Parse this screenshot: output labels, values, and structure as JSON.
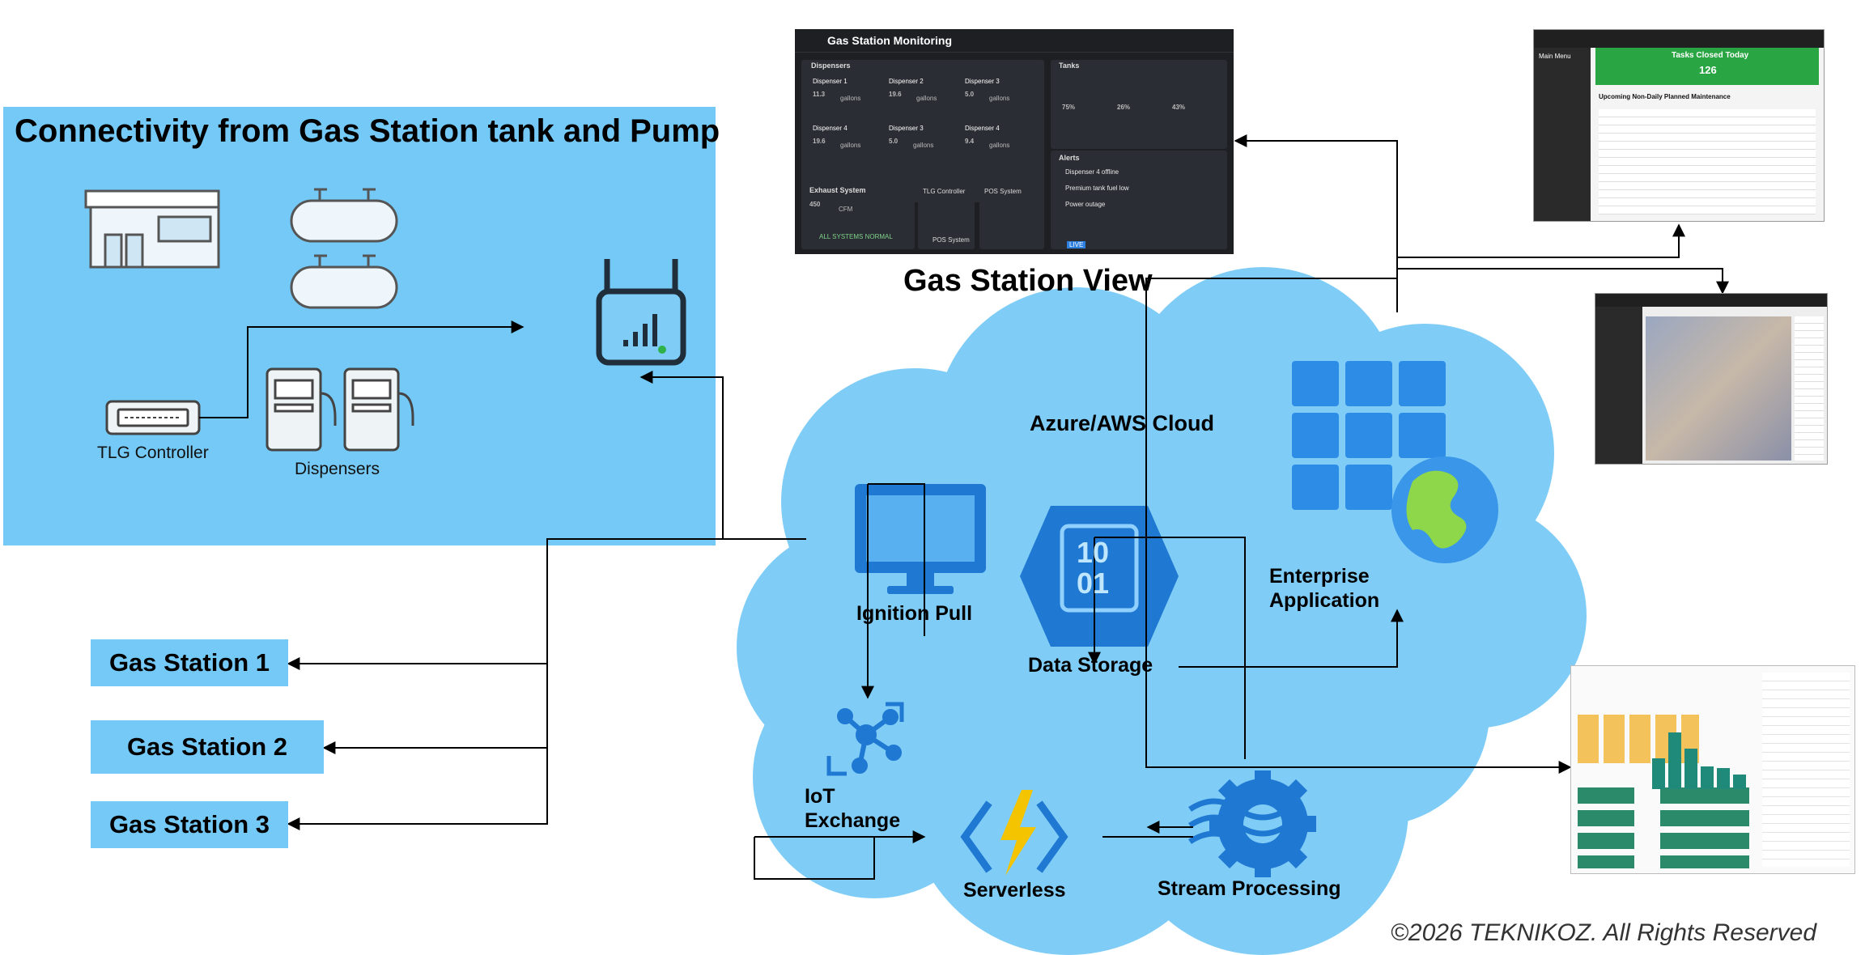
{
  "title": "Connectivity from Gas Station tank and Pump",
  "labels": {
    "tlg_controller": "TLG Controller",
    "dispensers": "Dispensers",
    "gas_station_view": "Gas Station View",
    "cloud": "Azure/AWS Cloud",
    "ignition_pull": "Ignition Pull",
    "data_storage": "Data Storage",
    "data_storage_glyph": "10\n01",
    "enterprise_line1": "Enterprise",
    "enterprise_line2": "Application",
    "iot_line1": "IoT",
    "iot_line2": "Exchange",
    "serverless": "Serverless",
    "stream_processing": "Stream Processing"
  },
  "gas_stations": [
    "Gas Station 1",
    "Gas Station 2",
    "Gas Station 3"
  ],
  "footer": "©2026 TEKNIKOZ. All Rights Reserved",
  "dashboard": {
    "title": "Gas Station Monitoring",
    "dispensers_label": "Dispensers",
    "tanks_label": "Tanks",
    "alerts_label": "Alerts",
    "exhaust_label": "Exhaust System",
    "exhaust_value": "450",
    "exhaust_unit": "CFM",
    "exhaust_status": "ALL SYSTEMS NORMAL",
    "tlg_label": "TLG Controller",
    "pos_label": "POS System",
    "pos_label2": "POS System",
    "live": "LIVE",
    "dispenser_cards": [
      {
        "name": "Dispenser 1",
        "value": "11.3",
        "unit": "gallons"
      },
      {
        "name": "Dispenser 2",
        "value": "19.6",
        "unit": "gallons"
      },
      {
        "name": "Dispenser 3",
        "value": "5.0",
        "unit": "gallons"
      },
      {
        "name": "Dispenser 4",
        "value": "19.6",
        "unit": "gallons"
      },
      {
        "name": "Dispenser 3",
        "value": "5.0",
        "unit": "gallons"
      },
      {
        "name": "Dispenser 4",
        "value": "9.4",
        "unit": "gallons"
      }
    ],
    "tank_values": [
      "75%",
      "26%",
      "43%"
    ],
    "alerts": [
      "Dispenser 4 offline",
      "Premium tank fuel low",
      "Power outage"
    ]
  },
  "maint": {
    "menu_title": "Main Menu",
    "tasks_title": "Tasks Closed Today",
    "tasks_count": "126",
    "table_title": "Upcoming Non-Daily Planned Maintenance"
  },
  "colors": {
    "panel_blue": "#74c9f6",
    "cloud_blue": "#7fcdf7",
    "icon_blue": "#1f78d1",
    "dash_bg": "#1d1f23"
  },
  "icons": [
    "gas-station-icon",
    "fuel-tank-icon",
    "router-icon",
    "tlg-controller-icon",
    "dispenser-icon",
    "monitor-icon",
    "data-storage-icon",
    "enterprise-grid-icon",
    "globe-icon",
    "iot-hub-icon",
    "lightning-function-icon",
    "stream-processing-icon"
  ]
}
